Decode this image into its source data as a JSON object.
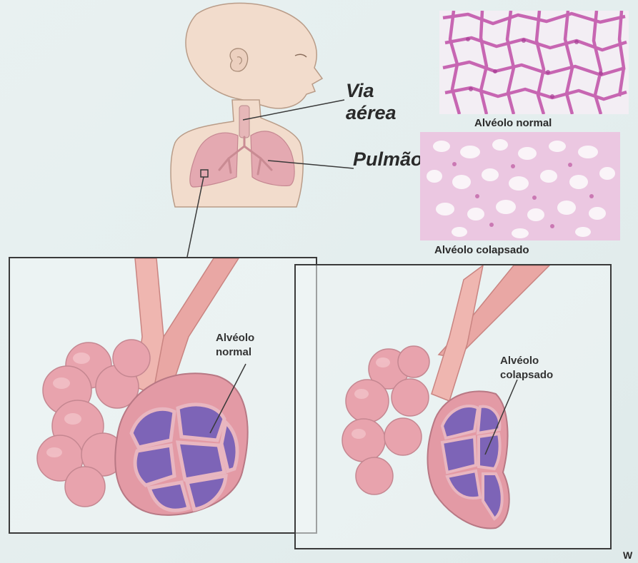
{
  "labels": {
    "airway": [
      "Via",
      "aérea"
    ],
    "lung": "Pulmão",
    "histology_normal": "Alvéolo normal",
    "histology_collapsed": "Alvéolo colapsado",
    "panel_normal": [
      "Alvéolo",
      "normal"
    ],
    "panel_collapsed": [
      "Alvéolo",
      "colapsado"
    ],
    "corner_text": "W"
  },
  "colors": {
    "background": "#e6efef",
    "skin": "#f0d9c8",
    "lung": "#e3a8b0",
    "alveolus_pink": "#d9878f",
    "alveolus_interior": "#7a62b5",
    "tissue_stain": "#c04fa7",
    "leader_line": "#3a3a3a"
  },
  "icons": {
    "child_figure": "child-bust-illustration",
    "histology": "stained-tissue-micrograph",
    "alveolar_cluster": "alveolar-sac-illustration"
  }
}
